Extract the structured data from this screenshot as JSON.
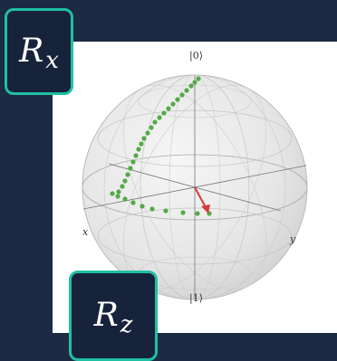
{
  "badges": {
    "rx": {
      "main": "R",
      "sub": "x"
    },
    "rz": {
      "main": "R",
      "sub": "z"
    }
  },
  "sphere": {
    "labels": {
      "top": "|0⟩",
      "bottom": "|1⟩",
      "x": "x",
      "y": "y"
    },
    "colors": {
      "points": "#54a948",
      "vector": "#d63a3a",
      "frame": "#1c2a43",
      "accent": "#1fc0a3"
    }
  }
}
